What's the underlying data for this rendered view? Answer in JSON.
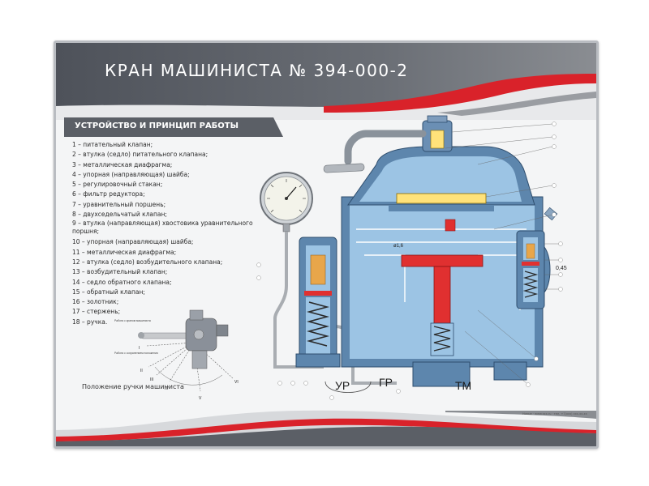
{
  "poster": {
    "title": "КРАН МАШИНИСТА № 394-000-2",
    "section_title": "УСТРОЙСТВО И ПРИНЦИП РАБОТЫ",
    "legend": [
      "1 – питательный клапан;",
      "2 – втулка (седло) питательного клапана;",
      "3 – металлическая диафрагма;",
      "4 – упорная (направляющая) шайба;",
      "5 – регулировочный стакан;",
      "6 – фильтр редуктора;",
      "7 – уравнительный поршень;",
      "8 – двухседельчатый клапан;",
      "9 – втулка (направляющая) хвостовика уравнительного поршня;",
      "10 – упорная (направляющая) шайба;",
      "11 – металлическая диафрагма;",
      "12 – втулка (седло) возбудительного клапана;",
      "13 – возбудительный клапан;",
      "14 – седло обратного клапана;",
      "15 – обратный клапан;",
      "16 – золотник;",
      "17 – стержень;",
      "18 – ручка."
    ],
    "handle_caption": "Положение ручки машиниста",
    "handle_positions": [
      "I",
      "II",
      "III",
      "IV",
      "V",
      "VI"
    ],
    "handle_notes": [
      "Работа с краном машиниста",
      "Работа с сохранением положения"
    ],
    "diagram_labels": {
      "port_ur": "УР",
      "port_gr": "ГР",
      "port_tm": "ТМ",
      "dim_16": "ø1,6",
      "dim_045": "0,45"
    },
    "footer_text": "Новые · www.xxx.ru · тел. +7(xxx) xxx-xx-xx",
    "colors": {
      "banner_dark": "#5b5f66",
      "banner_red": "#d9222a",
      "body_blue": "#9cc4e4",
      "body_steel": "#5d86ad",
      "part_red": "#e03030",
      "part_orange": "#e8a64a",
      "gauge_face": "#f3f3ea"
    }
  }
}
